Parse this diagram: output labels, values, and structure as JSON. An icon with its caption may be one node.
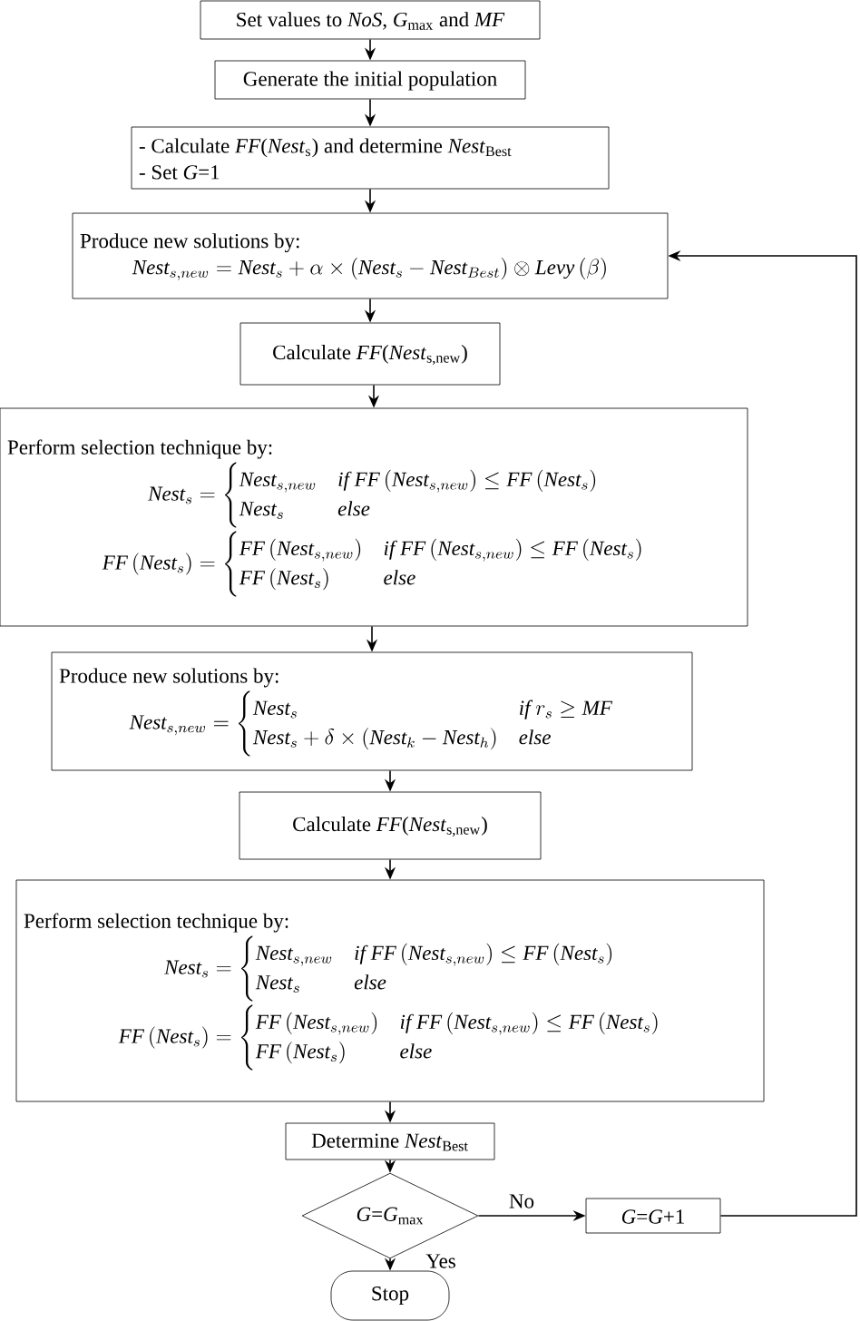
{
  "diagram": {
    "nodes": [
      {
        "text": [
          "Set values to *NoS*, *G*$_{max}$ and *MF*"
        ]
      },
      {
        "text": [
          "Generate the initial population"
        ]
      },
      {
        "text": [
          "- Calculate *FF*(*Nest*$_{s}$) and determine *Nest*$_{Best}$",
          "- Set *G*=1"
        ]
      },
      {
        "text": [
          "Produce new solutions by:",
          "\\mathit{Nest}_{s,new}=\\mathit{Nest}_{s}+\\alpha\\times\\left(\\mathit{Nest}_{s}-\\mathit{Nest}_{Best}\\right)\\otimes \\mathit{Levy}\\left(\\beta\\right)"
        ]
      },
      {
        "text": [
          "Calculate *FF*(*Nest*$_{s,new}$)"
        ]
      },
      {
        "text": [
          "Perform selection technique by:",
          "\\mathit{Nest}_{s}=\\begin{cases}\\mathit{Nest}_{s,new} & \\mathit{if}\\ \\mathit{FF}\\left(\\mathit{Nest}_{s,new}\\right)\\leq \\mathit{FF}\\left(\\mathit{Nest}_{s}\\right)\\\\ \\mathit{Nest}_{s} & \\mathit{else}\\end{cases}",
          "\\mathit{FF}\\left(\\mathit{Nest}_{s}\\right)=\\begin{cases}\\mathit{FF}\\left(\\mathit{Nest}_{s,new}\\right) & \\mathit{if}\\ \\mathit{FF}\\left(\\mathit{Nest}_{s,new}\\right)\\leq \\mathit{FF}\\left(\\mathit{Nest}_{s}\\right)\\\\ \\mathit{FF}\\left(\\mathit{Nest}_{s}\\right) & \\mathit{else}\\end{cases}"
        ]
      },
      {
        "text": [
          "Produce new solutions by:",
          "\\mathit{Nest}_{s,new}=\\begin{cases}\\mathit{Nest}_{s} & \\mathit{if}\\ r_{s}\\geq \\mathit{MF}\\\\ \\mathit{Nest}_{s}+\\delta\\times\\left(\\mathit{Nest}_{k}-\\mathit{Nest}_{h}\\right) & \\mathit{else}\\end{cases}"
        ]
      },
      {
        "text": [
          "Calculate *FF*(*Nest*$_{s,new}$)"
        ]
      },
      {
        "text": [
          "Perform selection technique by:",
          "\\mathit{Nest}_{s}=\\begin{cases}\\mathit{Nest}_{s,new} & \\mathit{if}\\ \\mathit{FF}\\left(\\mathit{Nest}_{s,new}\\right)\\leq \\mathit{FF}\\left(\\mathit{Nest}_{s}\\right)\\\\ \\mathit{Nest}_{s} & \\mathit{else}\\end{cases}",
          "\\mathit{FF}\\left(\\mathit{Nest}_{s}\\right)=\\begin{cases}\\mathit{FF}\\left(\\mathit{Nest}_{s,new}\\right) & \\mathit{if}\\ \\mathit{FF}\\left(\\mathit{Nest}_{s,new}\\right)\\leq \\mathit{FF}\\left(\\mathit{Nest}_{s}\\right)\\\\ \\mathit{FF}\\left(\\mathit{Nest}_{s}\\right) & \\mathit{else}\\end{cases}"
        ]
      },
      {
        "text": [
          "Determine *Nest*$_{Best}$"
        ]
      },
      {
        "text": [
          "*G*=*G*$_{max}$"
        ]
      },
      {
        "text": [
          "*G*=*G*+1"
        ]
      },
      {
        "text": [
          "Stop"
        ]
      }
    ],
    "edges": [
      {
        "from": 0,
        "to": 1,
        "arrow": "to"
      },
      {
        "from": 1,
        "to": 2,
        "arrow": "to"
      },
      {
        "from": 2,
        "to": 3,
        "arrow": "to"
      },
      {
        "from": 3,
        "to": 4,
        "arrow": "to"
      },
      {
        "from": 4,
        "to": 5,
        "arrow": "to"
      },
      {
        "from": 5,
        "to": 6,
        "arrow": "to"
      },
      {
        "from": 6,
        "to": 7,
        "arrow": "to"
      },
      {
        "from": 7,
        "to": 8,
        "arrow": "to"
      },
      {
        "from": 8,
        "to": 9,
        "arrow": "to"
      },
      {
        "from": 9,
        "to": 10,
        "arrow": "to"
      },
      {
        "from": 10,
        "to": 11,
        "arrow": "to",
        "label": "No"
      },
      {
        "from": 11,
        "to": 3,
        "arrow": "to"
      },
      {
        "from": 10,
        "to": 12,
        "arrow": "to",
        "label": "Yes"
      }
    ]
  }
}
